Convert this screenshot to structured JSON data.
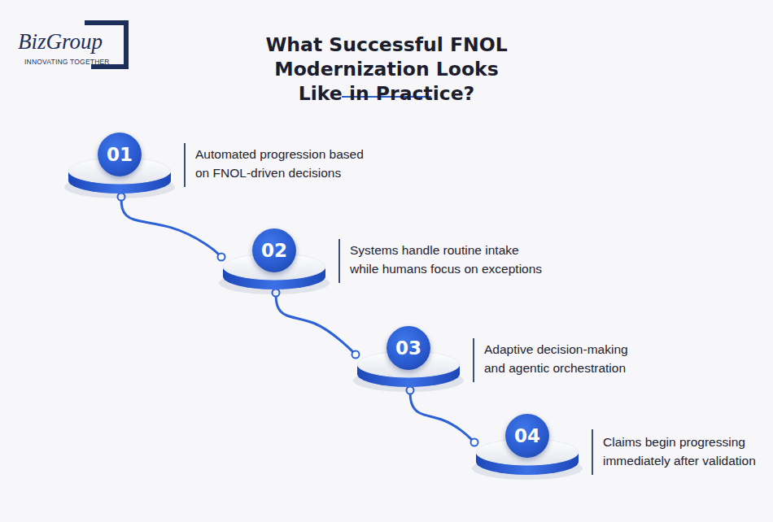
{
  "diagram": {
    "title": "What Successful FNOL Modernization Looks Like in Practice?",
    "nodes": [
      {
        "text": [
          "01",
          "Automated progression based on FNOL-driven decisions"
        ]
      },
      {
        "text": [
          "02",
          "Systems handle routine intake while humans focus on exceptions"
        ]
      },
      {
        "text": [
          "03",
          "Adaptive decision-making and agentic orchestration"
        ]
      },
      {
        "text": [
          "04",
          "Claims begin progressing immediately after validation"
        ]
      }
    ],
    "edges": [
      {
        "from": 0,
        "to": 1,
        "arrow": "none"
      },
      {
        "from": 1,
        "to": 2,
        "arrow": "none"
      },
      {
        "from": 2,
        "to": 3,
        "arrow": "none"
      }
    ],
    "labels": [
      "BizGroup",
      "INNOVATING TOGETHER"
    ]
  }
}
